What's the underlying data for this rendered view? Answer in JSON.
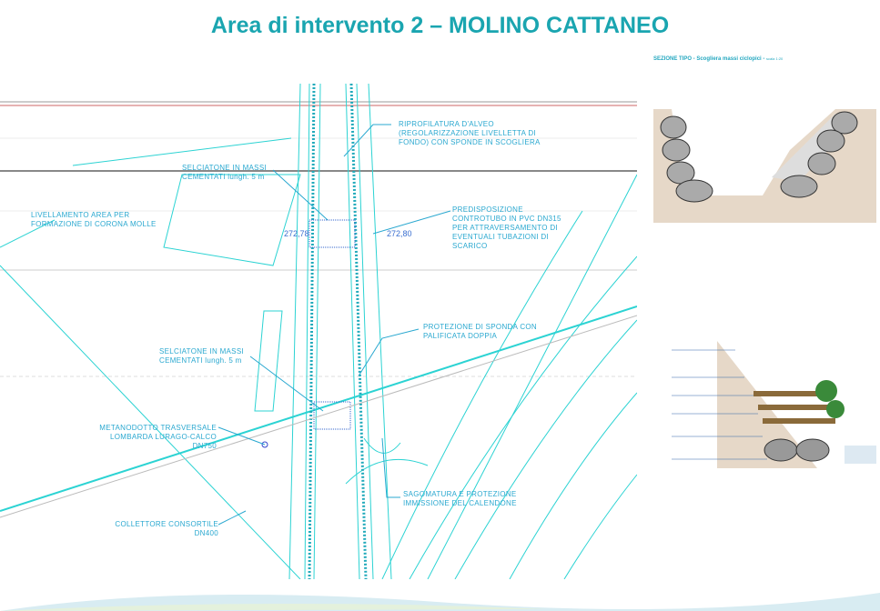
{
  "slide": {
    "title": "Area di intervento 2 – MOLINO CATTANEO"
  },
  "plan": {
    "labels": {
      "riprofilatura": "RIPROFILATURA D'ALVEO (REGOLARIZZAZIONE LIVELLETTA DI FONDO) CON SPONDE IN SCOGLIERA",
      "selciatone_top": "SELCIATONE IN MASSI CEMENTATI lungh. 5 m",
      "livellamento": "LIVELLAMENTO AREA PER FORMAZIONE DI CORONA MOLLE",
      "predisposizione": "PREDISPOSIZIONE CONTROTUBO IN PVC DN315 PER ATTRAVERSAMENTO DI EVENTUALI TUBAZIONI DI SCARICO",
      "protezione": "PROTEZIONE DI SPONDA CON PALIFICATA DOPPIA",
      "selciatone_bottom": "SELCIATONE IN MASSI CEMENTATI lungh. 5 m",
      "metanodotto": "METANODOTTO TRASVERSALE LOMBARDA LURAGO-CALCO DN750",
      "sagomatura": "SAGOMATURA E PROTEZIONE IMMISSIONE DEL CALENDONE",
      "collettore": "COLLETTORE CONSORTILE DN400"
    },
    "elevations": [
      "272,78",
      "272,80"
    ]
  },
  "section": {
    "title": "SEZIONE TIPO - Scogliera massi ciclopici -",
    "scale": "scala 1:20"
  }
}
